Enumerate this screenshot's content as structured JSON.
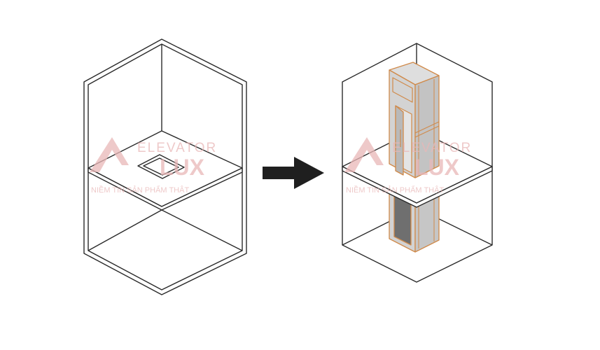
{
  "watermark": {
    "line1": "ELEVATOR",
    "line2": "LUX",
    "tagline": "NIỀM TIN SẢN PHẨM THẬT",
    "color": "#e9b7b7"
  },
  "colors": {
    "outline": "#2a2a2a",
    "floor_slab": "#ffffff",
    "arrow": "#1f1f1f",
    "cabin_fill": "#d3d3d3",
    "cabin_frame": "#d08a4a",
    "door_glass": "#6f6f6f"
  },
  "icons": {
    "arrow": "arrow-right-icon",
    "logo": "elevatorlux-logo-icon"
  }
}
